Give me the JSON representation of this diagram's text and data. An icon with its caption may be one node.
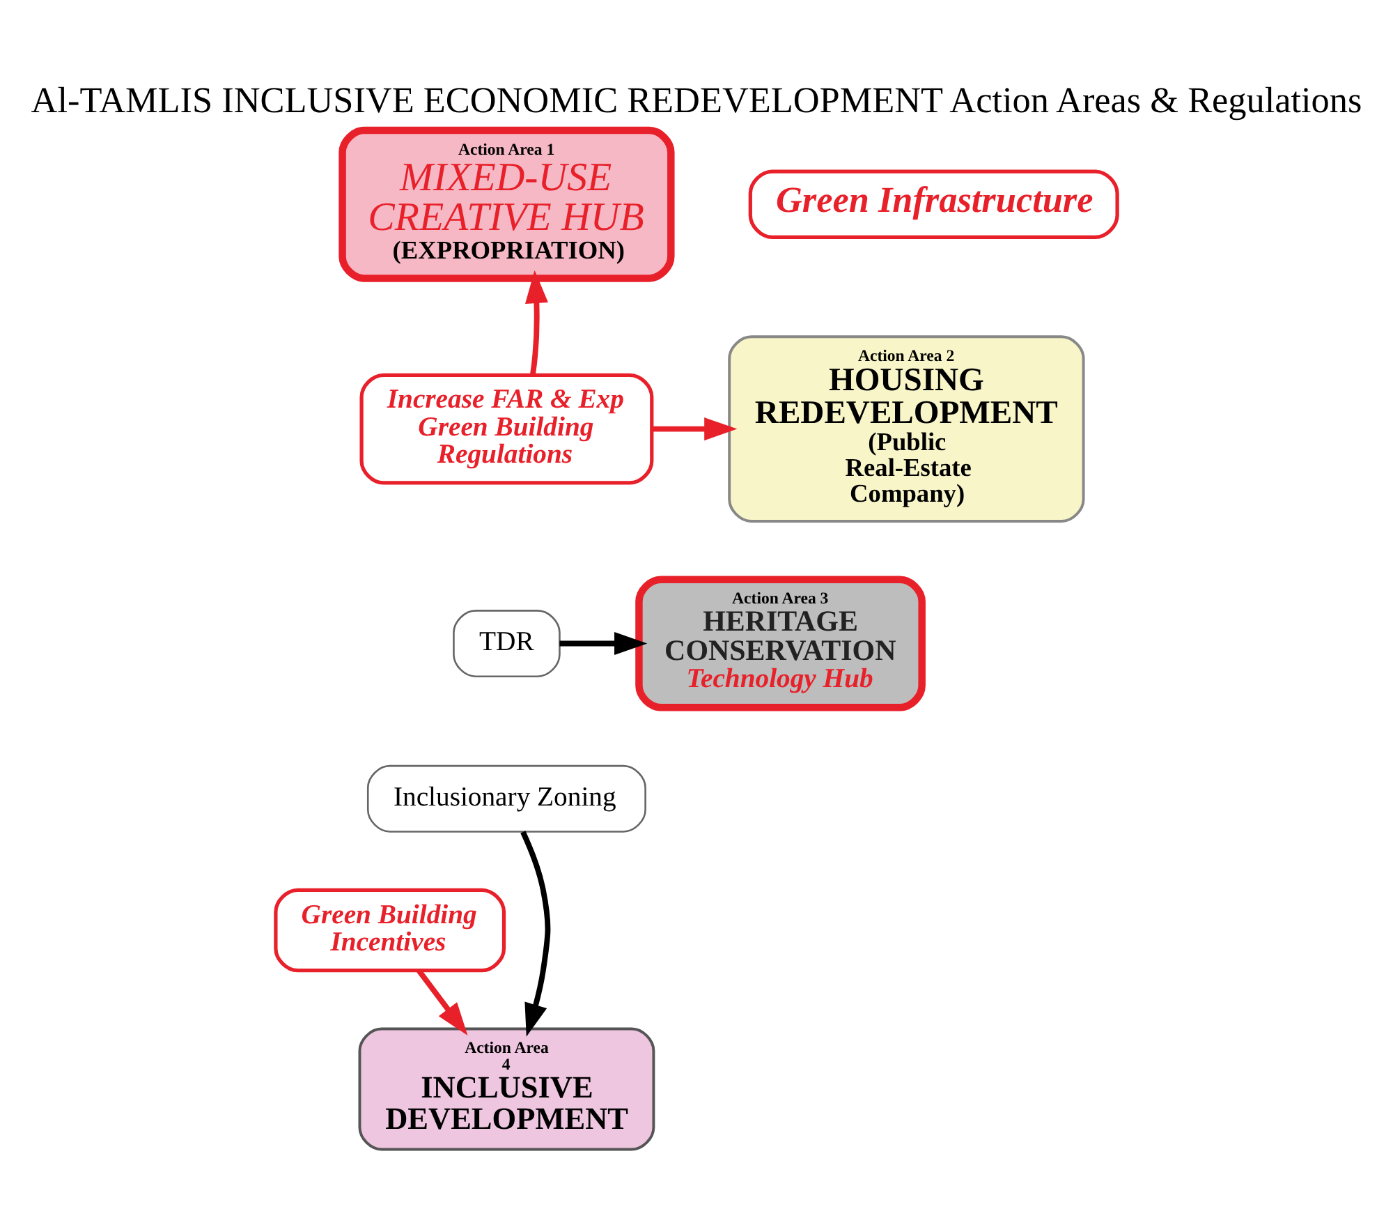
{
  "diagram": {
    "title": "Al-TAMLIS INCLUSIVE ECONOMIC REDEVELOPMENT Action Areas & Regulations",
    "nodes": [
      {
        "text": [
          "Action Area 1",
          "MIXED-USE CREATIVE HUB",
          "(EXPROPRIATION)"
        ]
      },
      {
        "text": [
          "Green Infrastructure"
        ]
      },
      {
        "text": [
          "Action Area 2",
          "HOUSING REDEVELOPMENT",
          "(Public Real-Estate Company)"
        ]
      },
      {
        "text": [
          "Increase FAR & Exp Green Building Regulations"
        ]
      },
      {
        "text": [
          "Action Area 3",
          "HERITAGE CONSERVATION",
          "Technology Hub"
        ]
      },
      {
        "text": [
          "TDR"
        ]
      },
      {
        "text": [
          "Inclusionary Zoning"
        ]
      },
      {
        "text": [
          "Green Building Incentives"
        ]
      },
      {
        "text": [
          "Action Area 4",
          "INCLUSIVE DEVELOPMENT"
        ]
      }
    ],
    "edges": [
      {
        "from": 3,
        "to": 0,
        "arrow": "to"
      },
      {
        "from": 3,
        "to": 2,
        "arrow": "to"
      },
      {
        "from": 5,
        "to": 4,
        "arrow": "to",
        "color": "#000000"
      },
      {
        "from": 6,
        "to": 8,
        "arrow": "to",
        "color": "#000000"
      },
      {
        "from": 7,
        "to": 8,
        "arrow": "to"
      }
    ]
  }
}
